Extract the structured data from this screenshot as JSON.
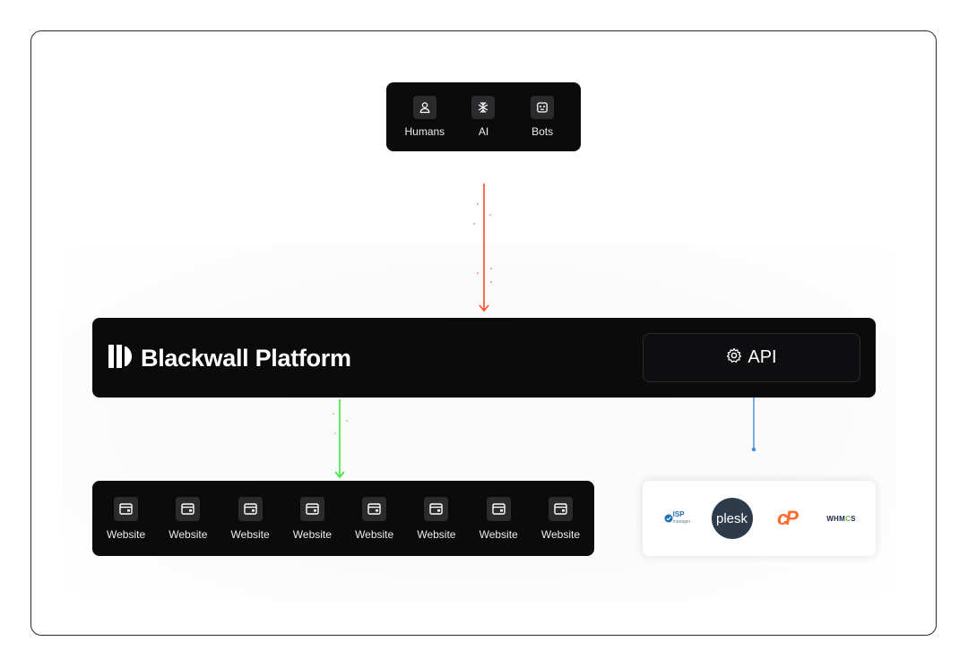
{
  "sources": [
    {
      "label": "Humans",
      "icon": "person-icon"
    },
    {
      "label": "AI",
      "icon": "ai-chip-icon"
    },
    {
      "label": "Bots",
      "icon": "bot-icon"
    }
  ],
  "platform": {
    "title": "Blackwall Platform",
    "logo": "blackwall-logo-icon",
    "api_label": "API",
    "api_icon": "gear-icon"
  },
  "websites": {
    "items": [
      "Website",
      "Website",
      "Website",
      "Website",
      "Website",
      "Website",
      "Website",
      "Website"
    ],
    "icon": "browser-window-icon"
  },
  "integrations": {
    "isp_line1": "ISP",
    "isp_line2": "manager",
    "plesk": "plesk",
    "cpanel": "cP",
    "whmcs_prefix": "WHM",
    "whmcs_accent": "C",
    "whmcs_suffix": "S"
  },
  "colors": {
    "dark": "#0b0b0c",
    "traffic_in": "#ff4a24",
    "traffic_out": "#39e83a",
    "api_link": "#3d8fe0"
  }
}
